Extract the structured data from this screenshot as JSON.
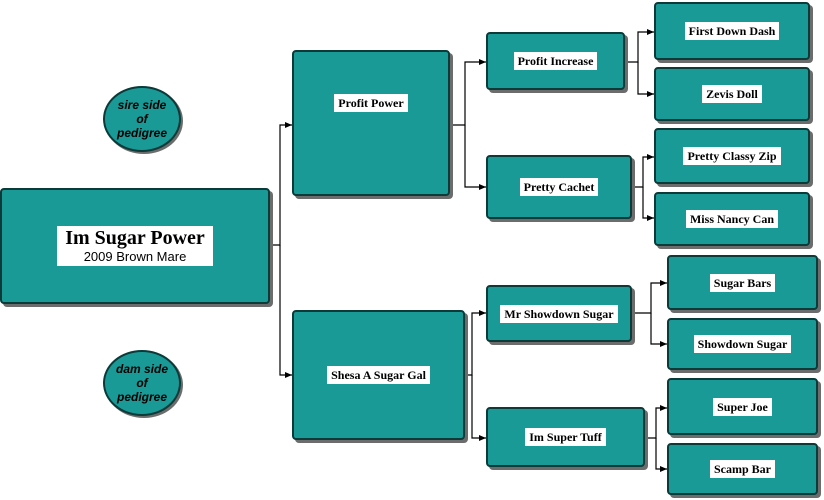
{
  "root": {
    "name": "Im Sugar Power",
    "subtitle": "2009 Brown Mare"
  },
  "ovals": {
    "sire": "sire side\nof\npedigree",
    "dam": "dam side\nof\npedigree"
  },
  "sire": {
    "name": "Profit Power",
    "sire": {
      "name": "Profit Increase",
      "sire": "First Down Dash",
      "dam": "Zevis Doll"
    },
    "dam": {
      "name": "Pretty Cachet",
      "sire": "Pretty Classy Zip",
      "dam": "Miss Nancy Can"
    }
  },
  "dam": {
    "name": "Shesa A Sugar Gal",
    "sire": {
      "name": "Mr Showdown Sugar",
      "sire": "Sugar Bars",
      "dam": "Showdown Sugar"
    },
    "dam": {
      "name": "Im Super Tuff",
      "sire": "Super Joe",
      "dam": "Scamp Bar"
    }
  },
  "colors": {
    "box_fill": "#1a9a96",
    "box_border": "#0b3a39",
    "connector": "#000000"
  }
}
